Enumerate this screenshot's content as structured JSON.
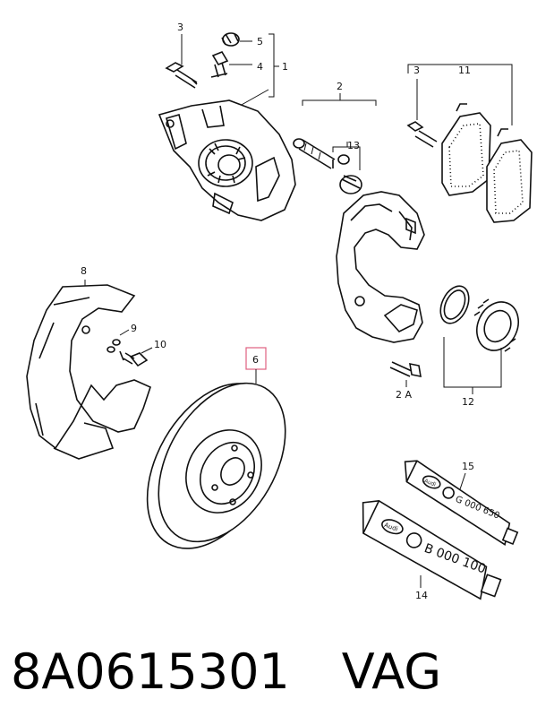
{
  "diagram": {
    "callouts": {
      "c1": "1",
      "c2": "2",
      "c2a": "2 A",
      "c3a": "3",
      "c3b": "3",
      "c4": "4",
      "c5": "5",
      "c6": "6",
      "c8": "8",
      "c9": "9",
      "c10": "10",
      "c11": "11",
      "c12": "12",
      "c13": "13",
      "c14": "14",
      "c15": "15"
    },
    "tube15": {
      "brand": "Audi",
      "code": "G 000 650"
    },
    "tube14": {
      "brand": "Audi",
      "code": "B 000 100"
    },
    "highlight_color": "#e06080"
  },
  "caption": {
    "part_number": "8A0615301",
    "brand": "VAG"
  }
}
